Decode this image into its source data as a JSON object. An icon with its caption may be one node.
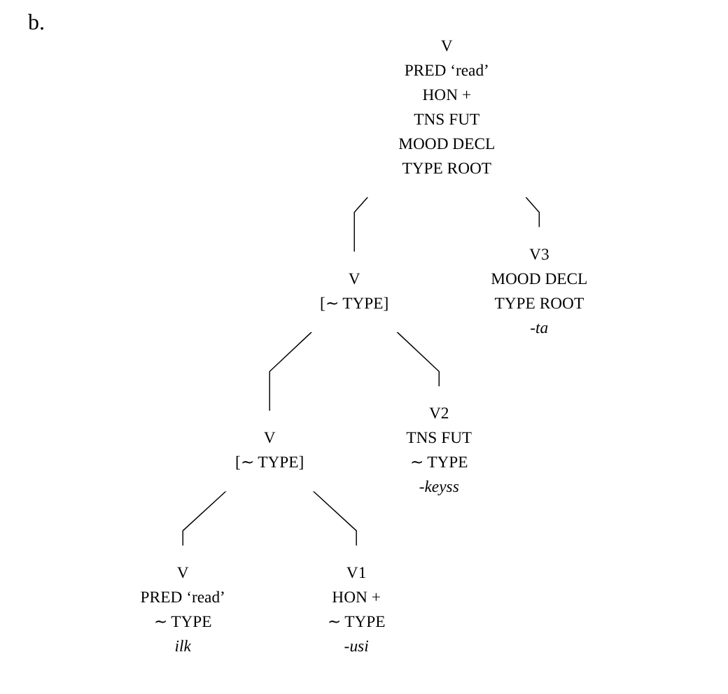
{
  "diagram": {
    "nodes": [
      {
        "text": [
          "V",
          "PRED ‘read’",
          "HON +",
          "TNS FUT",
          "MOOD DECL",
          "TYPE ROOT"
        ]
      },
      {
        "text": [
          "V",
          "[∼ TYPE]"
        ]
      },
      {
        "text": [
          "V3",
          "MOOD DECL",
          "TYPE ROOT",
          "-ta"
        ]
      },
      {
        "text": [
          "V",
          "[∼ TYPE]"
        ]
      },
      {
        "text": [
          "V2",
          "TNS FUT",
          "∼ TYPE",
          "-keyss"
        ]
      },
      {
        "text": [
          "V",
          "PRED ‘read’",
          "∼ TYPE",
          "ilk"
        ]
      },
      {
        "text": [
          "V1",
          "HON +",
          "∼ TYPE",
          "-usi"
        ]
      }
    ],
    "edges": [
      {
        "from": 0,
        "to": 1,
        "arrow": "none"
      },
      {
        "from": 0,
        "to": 2,
        "arrow": "none"
      },
      {
        "from": 1,
        "to": 3,
        "arrow": "none"
      },
      {
        "from": 1,
        "to": 4,
        "arrow": "none"
      },
      {
        "from": 3,
        "to": 5,
        "arrow": "none"
      },
      {
        "from": 3,
        "to": 6,
        "arrow": "none"
      }
    ],
    "labels": [
      "b."
    ]
  }
}
